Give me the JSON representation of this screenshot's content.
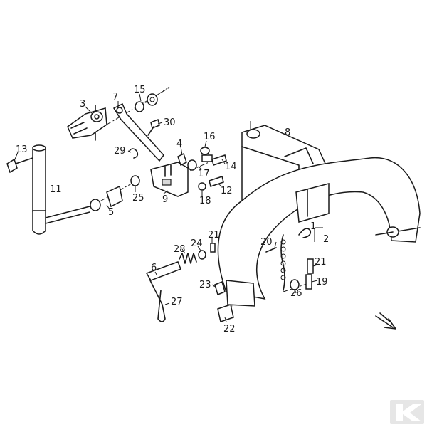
{
  "diagram": {
    "callouts": [
      "3",
      "7",
      "15",
      "30",
      "13",
      "29",
      "4",
      "16",
      "14",
      "17",
      "11",
      "25",
      "18",
      "12",
      "9",
      "5",
      "8",
      "1",
      "2",
      "20",
      "21",
      "24",
      "28",
      "6",
      "23",
      "27",
      "22",
      "26",
      "19"
    ]
  },
  "colors": {
    "line": "#1a1a1a",
    "background": "#ffffff",
    "logo": "#e6e6e6"
  },
  "icons": {
    "direction": "arrow-icon",
    "brand": "k-logo-icon"
  }
}
